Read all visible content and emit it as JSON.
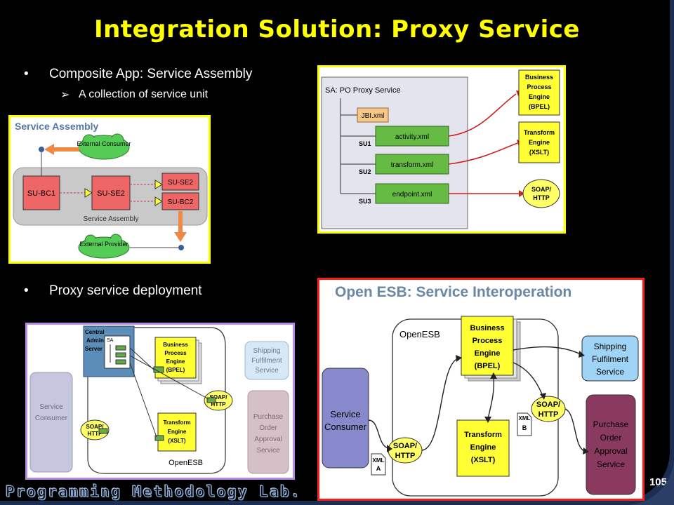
{
  "slide": {
    "title": "Integration Solution: Proxy Service",
    "bullet1": "Composite App: Service Assembly",
    "sub1": "A collection of service unit",
    "bullet2": "Proxy service deployment",
    "page_number": "105",
    "footer": "Programming Methodology Lab."
  },
  "service_assembly": {
    "title": "Service Assembly",
    "external_consumer": "External Consumer",
    "su_bc1": "SU-BC1",
    "su_se2_mid": "SU-SE2",
    "su_se2_right": "SU-SE2",
    "su_bc2": "SU-BC2",
    "assembly_label": "Service Assembly",
    "external_provider": "External Provider"
  },
  "po_proxy": {
    "title": "SA: PO Proxy Service",
    "jbi": "JBI.xml",
    "activity": "activity.xml",
    "transform": "transform.xml",
    "endpoint": "endpoint.xml",
    "su1": "SU1",
    "su2": "SU2",
    "su3": "SU3",
    "bpel": [
      "Business",
      "Process",
      "Engine",
      "(BPEL)"
    ],
    "xslt": [
      "Transform",
      "Engine",
      "(XSLT)"
    ],
    "soap": [
      "SOAP/",
      "HTTP"
    ]
  },
  "deployment": {
    "admin": [
      "Central",
      "Admin",
      "Server"
    ],
    "sa": "SA",
    "bpel": [
      "Business",
      "Process",
      "Engine",
      "(BPEL)"
    ],
    "soap_right": [
      "SOAP/",
      "HTTP"
    ],
    "soap_left": [
      "SOAP/",
      "HTTP"
    ],
    "xslt": [
      "Transform",
      "Engine",
      "(XSLT)"
    ],
    "consumer": [
      "Service",
      "Consumer"
    ],
    "shipping": [
      "Shipping",
      "Fulfilment",
      "Service"
    ],
    "purchase": [
      "Purchase",
      "Order",
      "Approval",
      "Service"
    ],
    "openesb": "OpenESB"
  },
  "interop": {
    "title": "Open ESB: Service Interoperation",
    "openesb": "OpenESB",
    "bpel": [
      "Business",
      "Process",
      "Engine",
      "(BPEL)"
    ],
    "shipping": [
      "Shipping",
      "Fulfilment",
      "Service"
    ],
    "consumer": [
      "Service",
      "Consumer"
    ],
    "soap_left": [
      "SOAP/",
      "HTTP"
    ],
    "soap_right": [
      "SOAP/",
      "HTTP"
    ],
    "xslt": [
      "Transform",
      "Engine",
      "(XSLT)"
    ],
    "purchase": [
      "Purchase",
      "Order",
      "Approval",
      "Service"
    ],
    "xml_a": [
      "XML",
      "A"
    ],
    "xml_b": [
      "XML",
      "B"
    ]
  }
}
